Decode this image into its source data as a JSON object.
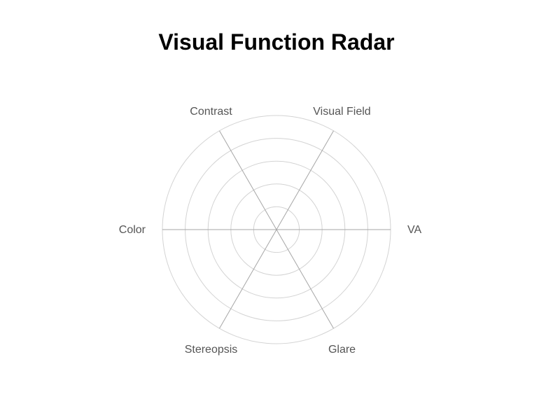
{
  "chart_data": {
    "type": "radar",
    "title": "Visual Function Radar",
    "axes": [
      "VA",
      "Visual Field",
      "Contrast",
      "Color",
      "Stereopsis",
      "Glare"
    ],
    "rings": 5,
    "grid": true,
    "series": []
  },
  "colors": {
    "grid": "#d3d3d3",
    "spoke": "#a6a6a6",
    "label": "#555555",
    "title": "#000000"
  }
}
